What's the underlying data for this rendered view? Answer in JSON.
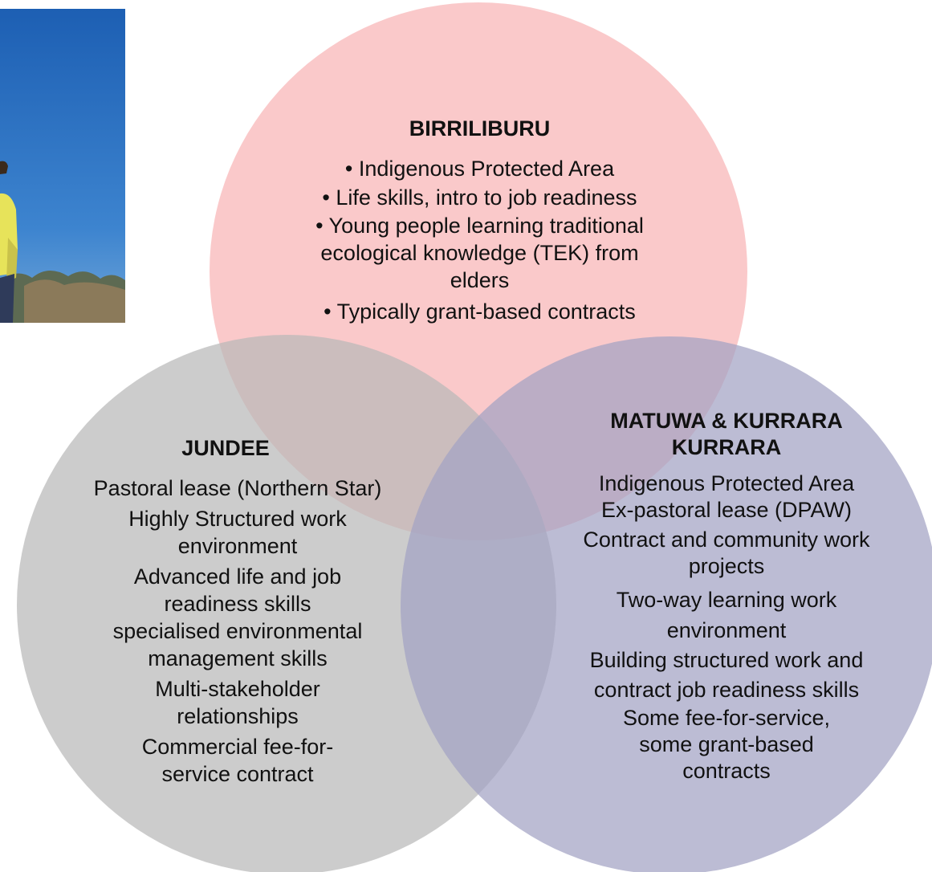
{
  "colors": {
    "circle_top": "#f8b4b6",
    "circle_left": "#b9b9b9",
    "circle_right": "#a2a2c4",
    "sky": "#2e72c2"
  },
  "photo": {
    "subject": "ranger in high-visibility shirt under blue sky"
  },
  "birriliburu": {
    "title": "BIRRILIBURU",
    "items": [
      "• Indigenous Protected Area",
      "• Life skills, intro to job readiness",
      "• Young people learning traditional ecological knowledge (TEK) from elders",
      "• Typically grant-based contracts"
    ]
  },
  "jundee": {
    "title": "JUNDEE",
    "items": [
      "Pastoral lease (Northern Star)",
      "Highly Structured work environment",
      "Advanced life and job readiness skills",
      "specialised environmental management skills",
      "Multi-stakeholder relationships",
      "Commercial fee-for-service contract"
    ]
  },
  "matuwa": {
    "title": "MATUWA & KURRARA KURRARA",
    "items": [
      "Indigenous Protected Area Ex-pastoral lease (DPAW)",
      "Contract and community work projects",
      "Two-way learning work environment",
      "Building structured work and contract job readiness skills",
      "Some fee-for-service, some grant-based contracts"
    ]
  }
}
